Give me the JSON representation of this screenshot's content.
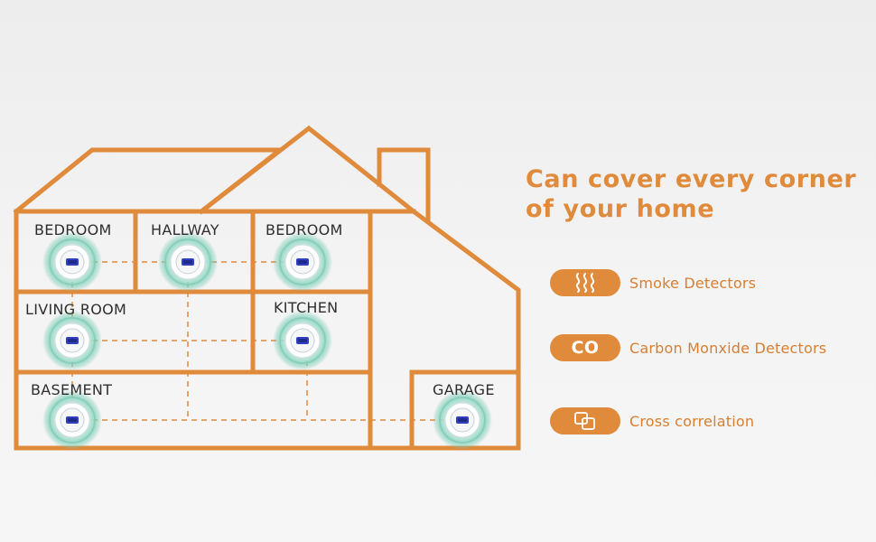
{
  "headline": {
    "line1": "Can cover every corner",
    "line2": "of your home"
  },
  "rooms": {
    "bedroom_left": "BEDROOM",
    "hallway": "HALLWAY",
    "bedroom_right": "BEDROOM",
    "living_room": "LIVING ROOM",
    "kitchen": "KITCHEN",
    "basement": "BASEMENT",
    "garage": "GARAGE"
  },
  "features": [
    {
      "icon": "smoke-waves-icon",
      "label": "Smoke Detectors"
    },
    {
      "icon": "co-text-icon",
      "icon_text": "CO",
      "label": "Carbon Monxide Detectors"
    },
    {
      "icon": "overlapping-squares-icon",
      "label": "Cross correlation"
    }
  ],
  "colors": {
    "accent": "#e08a3c",
    "house_outline": "#e08a3c",
    "detector_glow": "#5bbfa6",
    "detector_display": "#2f3fbf",
    "background": "#f1f1f1"
  }
}
